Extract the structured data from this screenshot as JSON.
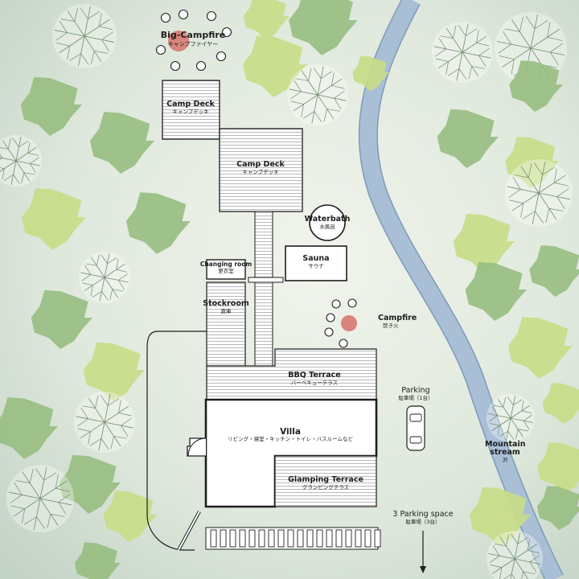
{
  "colors": {
    "background_light": "#eef2e8",
    "background_dark": "#c6d5c9",
    "stream": "#a9bfd6",
    "stream_edge": "#7f9ab8",
    "tree_dark": "#98be82",
    "tree_light": "#c8dc88",
    "fire_pit": "#d9847d",
    "building_fill": "#ffffff",
    "outline": "#1e1e1e"
  },
  "places": {
    "big_campfire": {
      "name": "Big-Campfire",
      "jp": "キャンプファイヤー"
    },
    "camp_deck_1": {
      "name": "Camp Deck",
      "jp": "キャンプデッキ"
    },
    "camp_deck_2": {
      "name": "Camp Deck",
      "jp": "キャンプデッキ"
    },
    "waterbath": {
      "name": "Waterbath",
      "jp": "水風呂"
    },
    "sauna": {
      "name": "Sauna",
      "jp": "サウナ"
    },
    "changing_room": {
      "name": "Changing room",
      "jp": "更衣室"
    },
    "stockroom": {
      "name": "Stockroom",
      "jp": "倉庫"
    },
    "campfire": {
      "name": "Campfire",
      "jp": "焚き火"
    },
    "bbq_terrace": {
      "name": "BBQ Terrace",
      "jp": "バーベキューテラス"
    },
    "villa": {
      "name": "Villa",
      "jp": "リビング・寝室・キッチン・トイレ・バスルームなど"
    },
    "glamping_terrace": {
      "name": "Glamping Terrace",
      "jp": "グランピングテラス"
    },
    "parking": {
      "name": "Parking",
      "jp": "駐車場（1台）"
    },
    "parking_3": {
      "name": "3 Parking space",
      "jp": "駐車場（3台）"
    },
    "mountain_stream": {
      "name": "Mountain stream",
      "jp": "沢"
    }
  },
  "icons": {
    "tree": "tree-canopy-icon",
    "campfire": "fire-pit-icon",
    "seat": "stump-seat-icon",
    "car": "car-icon",
    "arrow": "arrow-down-icon"
  }
}
